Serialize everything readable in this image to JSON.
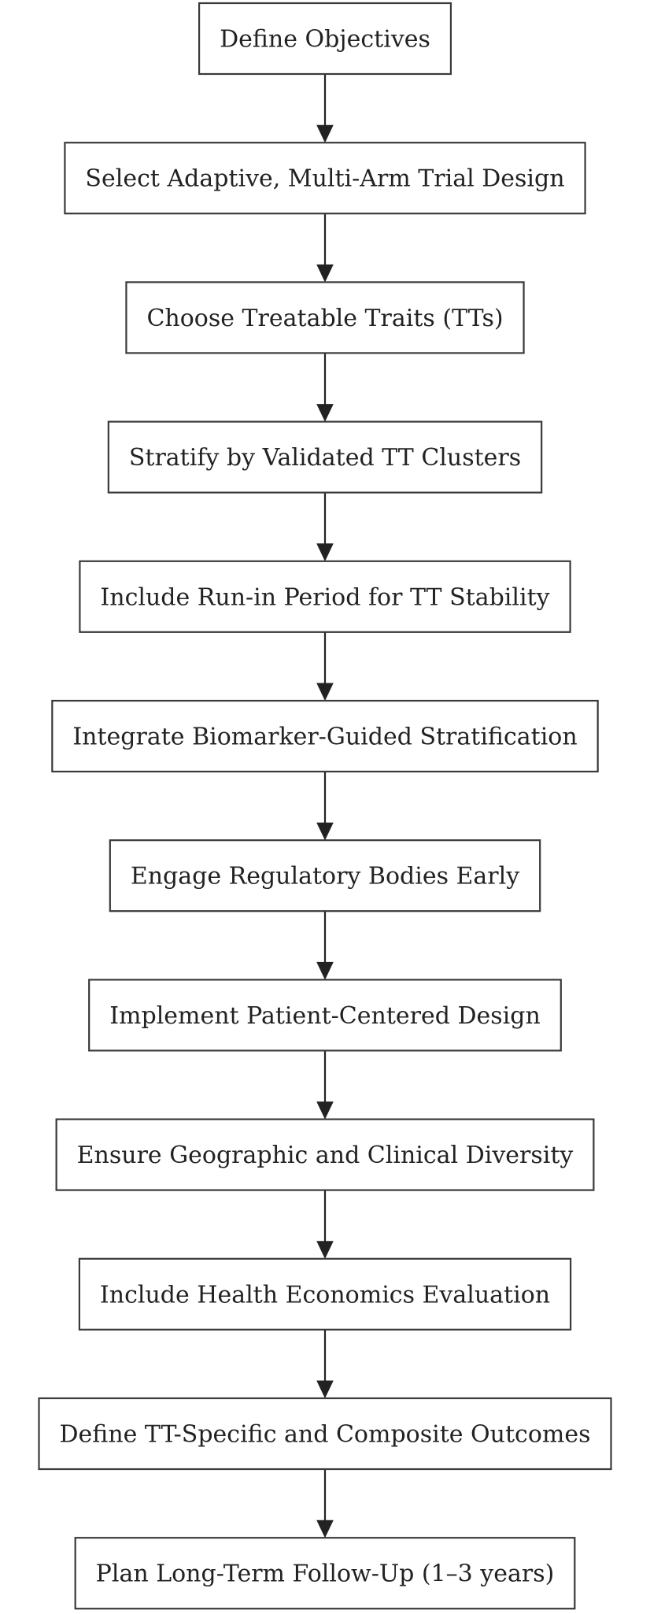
{
  "diagram": {
    "type": "flowchart",
    "direction": "top-to-bottom",
    "nodes": [
      {
        "id": "n1",
        "label": "Define Objectives"
      },
      {
        "id": "n2",
        "label": "Select Adaptive, Multi-Arm Trial Design"
      },
      {
        "id": "n3",
        "label": "Choose Treatable Traits (TTs)"
      },
      {
        "id": "n4",
        "label": "Stratify by Validated TT Clusters"
      },
      {
        "id": "n5",
        "label": "Include Run-in Period for TT Stability"
      },
      {
        "id": "n6",
        "label": "Integrate Biomarker-Guided Stratification"
      },
      {
        "id": "n7",
        "label": "Engage Regulatory Bodies Early"
      },
      {
        "id": "n8",
        "label": "Implement Patient-Centered Design"
      },
      {
        "id": "n9",
        "label": "Ensure Geographic and Clinical Diversity"
      },
      {
        "id": "n10",
        "label": "Include Health Economics Evaluation"
      },
      {
        "id": "n11",
        "label": "Define TT-Specific and Composite Outcomes"
      },
      {
        "id": "n12",
        "label": "Plan Long-Term Follow-Up (1–3 years)"
      }
    ],
    "edges": [
      {
        "from": "n1",
        "to": "n2"
      },
      {
        "from": "n2",
        "to": "n3"
      },
      {
        "from": "n3",
        "to": "n4"
      },
      {
        "from": "n4",
        "to": "n5"
      },
      {
        "from": "n5",
        "to": "n6"
      },
      {
        "from": "n6",
        "to": "n7"
      },
      {
        "from": "n7",
        "to": "n8"
      },
      {
        "from": "n8",
        "to": "n9"
      },
      {
        "from": "n9",
        "to": "n10"
      },
      {
        "from": "n10",
        "to": "n11"
      },
      {
        "from": "n11",
        "to": "n12"
      }
    ],
    "colors": {
      "box_stroke": "#3a3a3a",
      "box_fill": "#ffffff",
      "text": "#222222",
      "arrow": "#222222"
    }
  }
}
